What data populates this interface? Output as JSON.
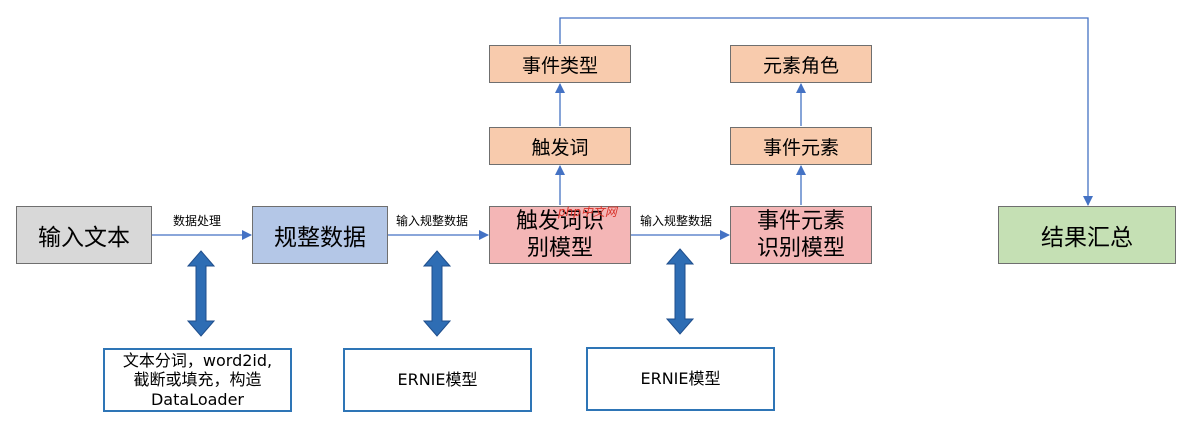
{
  "nodes": {
    "input_text": "输入文本",
    "normalize": "规整数据",
    "trigger_model": "触发词识\n别模型",
    "event_model": "事件元素\n识别模型",
    "summary": "结果汇总",
    "event_type": "事件类型",
    "trigger_word": "触发词",
    "element_role": "元素角色",
    "event_element": "事件元素",
    "preprocess_detail": "文本分词，word2id,\n截断或填充，构造\nDataLoader",
    "ernie_1": "ERNIE模型",
    "ernie_2": "ERNIE模型"
  },
  "edges": {
    "data_processing": "数据处理",
    "input_normalized_1": "输入规整数据",
    "input_normalized_2": "输入规整数据"
  },
  "watermark": "php中文网",
  "colors": {
    "arrow": "#4472c4",
    "double_arrow": "#2e6db4",
    "outline_border": "#2e75b6"
  }
}
